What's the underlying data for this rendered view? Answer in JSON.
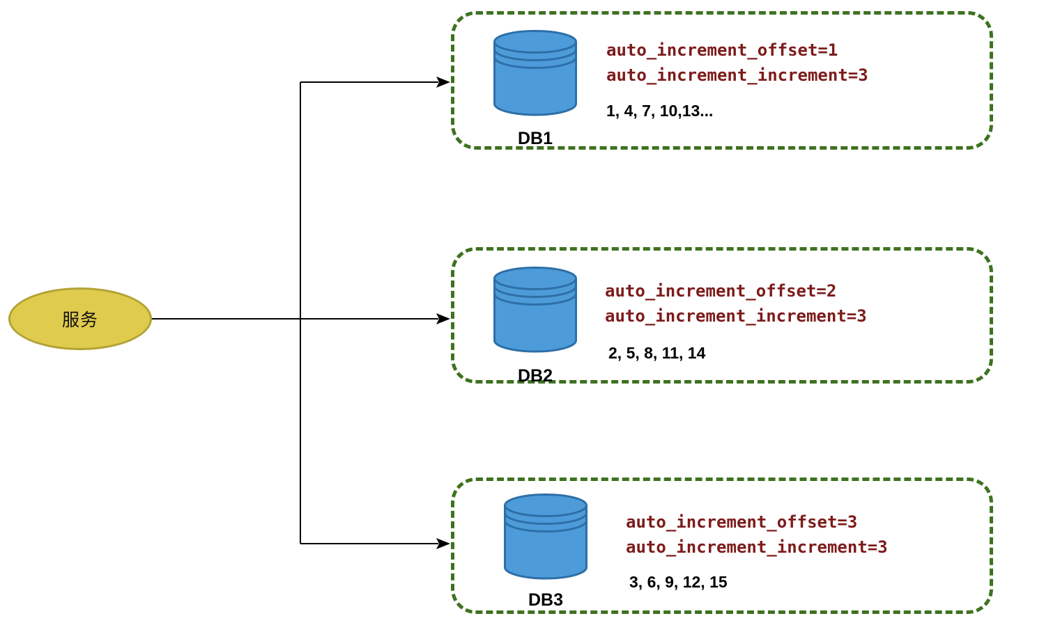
{
  "diagram": {
    "service_label": "服务",
    "colors": {
      "box_border_green": "#3E7220",
      "cylinder_fill_blue": "#4D9CD9",
      "cylinder_stroke_blue": "#2D6FA8",
      "service_fill_yellow": "#DFCB4D",
      "service_stroke_yellow": "#B2A235",
      "code_text_red": "#7D1B1B",
      "connector_black": "#000000"
    },
    "databases": [
      {
        "name": "DB1",
        "params": [
          "auto_increment_offset=1",
          "auto_increment_increment=3"
        ],
        "sequence": "1, 4, 7, 10,13..."
      },
      {
        "name": "DB2",
        "params": [
          "auto_increment_offset=2",
          "auto_increment_increment=3"
        ],
        "sequence": "2, 5, 8, 11, 14"
      },
      {
        "name": "DB3",
        "params": [
          "auto_increment_offset=3",
          "auto_increment_increment=3"
        ],
        "sequence": "3, 6, 9, 12, 15"
      }
    ]
  }
}
